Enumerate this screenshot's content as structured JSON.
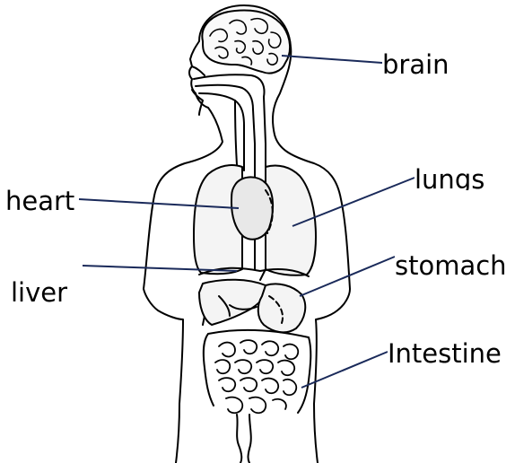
{
  "diagram": {
    "labels": {
      "brain": "brain",
      "lungs": "lungs",
      "heart": "heart",
      "stomach": "stomach",
      "liver": "liver",
      "intestine": "Intestine"
    },
    "colors": {
      "leader_line": "#1a2a5a",
      "outline": "#000000",
      "organ_fill": "#f4f4f4"
    }
  }
}
